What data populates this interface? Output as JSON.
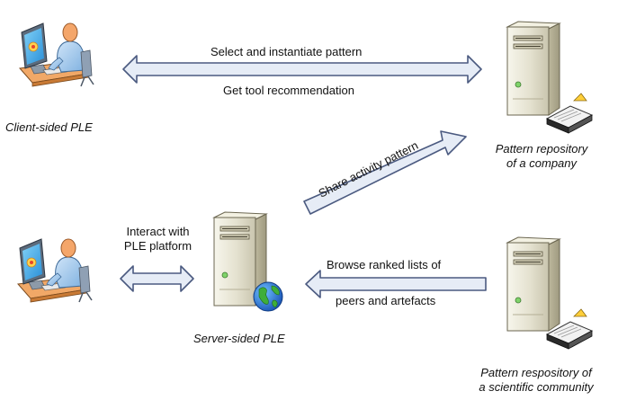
{
  "arrows": {
    "top_line1": "Select and instantiate pattern",
    "top_line2": "Get tool recommendation",
    "share": "Share activity pattern",
    "interact_line1": "Interact with",
    "interact_line2": "PLE platform",
    "browse_line1": "Browse ranked lists of",
    "browse_line2": "peers and artefacts"
  },
  "nodes": {
    "client": {
      "label": "Client-sided PLE",
      "icon": "user-at-computer-icon"
    },
    "client2": {
      "icon": "user-at-computer-icon"
    },
    "company_repo": {
      "line1": "Pattern repository",
      "line2": "of a company",
      "icon": "server-tower-with-tray-icon"
    },
    "server": {
      "label": "Server-sided PLE",
      "icon": "server-tower-with-globe-icon"
    },
    "community_repo": {
      "line1": "Pattern respository of",
      "line2": "a scientific community",
      "icon": "server-tower-with-tray-icon"
    }
  },
  "colors": {
    "arrow_fill": "#e6ecf6",
    "arrow_stroke": "#4b5a80",
    "server_body": "#ecead9",
    "person_skin": "#f4a66a",
    "monitor": "#4fb0ea"
  }
}
